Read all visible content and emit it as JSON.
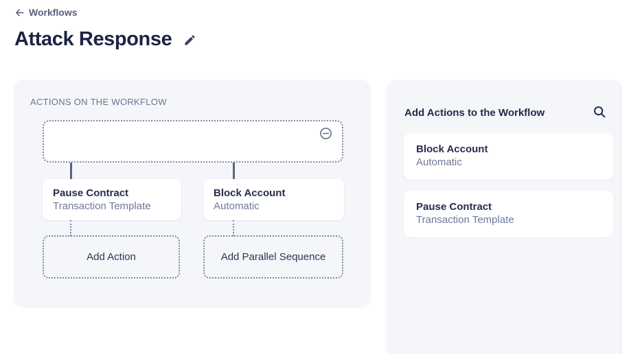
{
  "header": {
    "back_label": "Workflows",
    "title": "Attack Response"
  },
  "workflow_panel": {
    "label": "ACTIONS ON THE WORKFLOW",
    "nodes": [
      {
        "title": "Pause Contract",
        "subtitle": "Transaction Template"
      },
      {
        "title": "Block Account",
        "subtitle": "Automatic"
      }
    ],
    "add_action_label": "Add Action",
    "add_parallel_sequence_label": "Add Parallel Sequence"
  },
  "actions_panel": {
    "title": "Add Actions to the Workflow",
    "items": [
      {
        "title": "Block Account",
        "subtitle": "Automatic"
      },
      {
        "title": "Pause Contract",
        "subtitle": "Transaction Template"
      }
    ]
  },
  "icons": {
    "back": "arrow-left-icon",
    "edit_title": "pencil-icon",
    "collapse_sequence": "minus-circle-icon",
    "search_actions": "search-icon"
  },
  "colors": {
    "page_bg": "#ffffff",
    "panel_bg": "#f5f6f9",
    "primary_text": "#1c2342",
    "secondary_text": "#71779b",
    "dotted_border": "#8186a4",
    "connector": "#5c6284"
  }
}
